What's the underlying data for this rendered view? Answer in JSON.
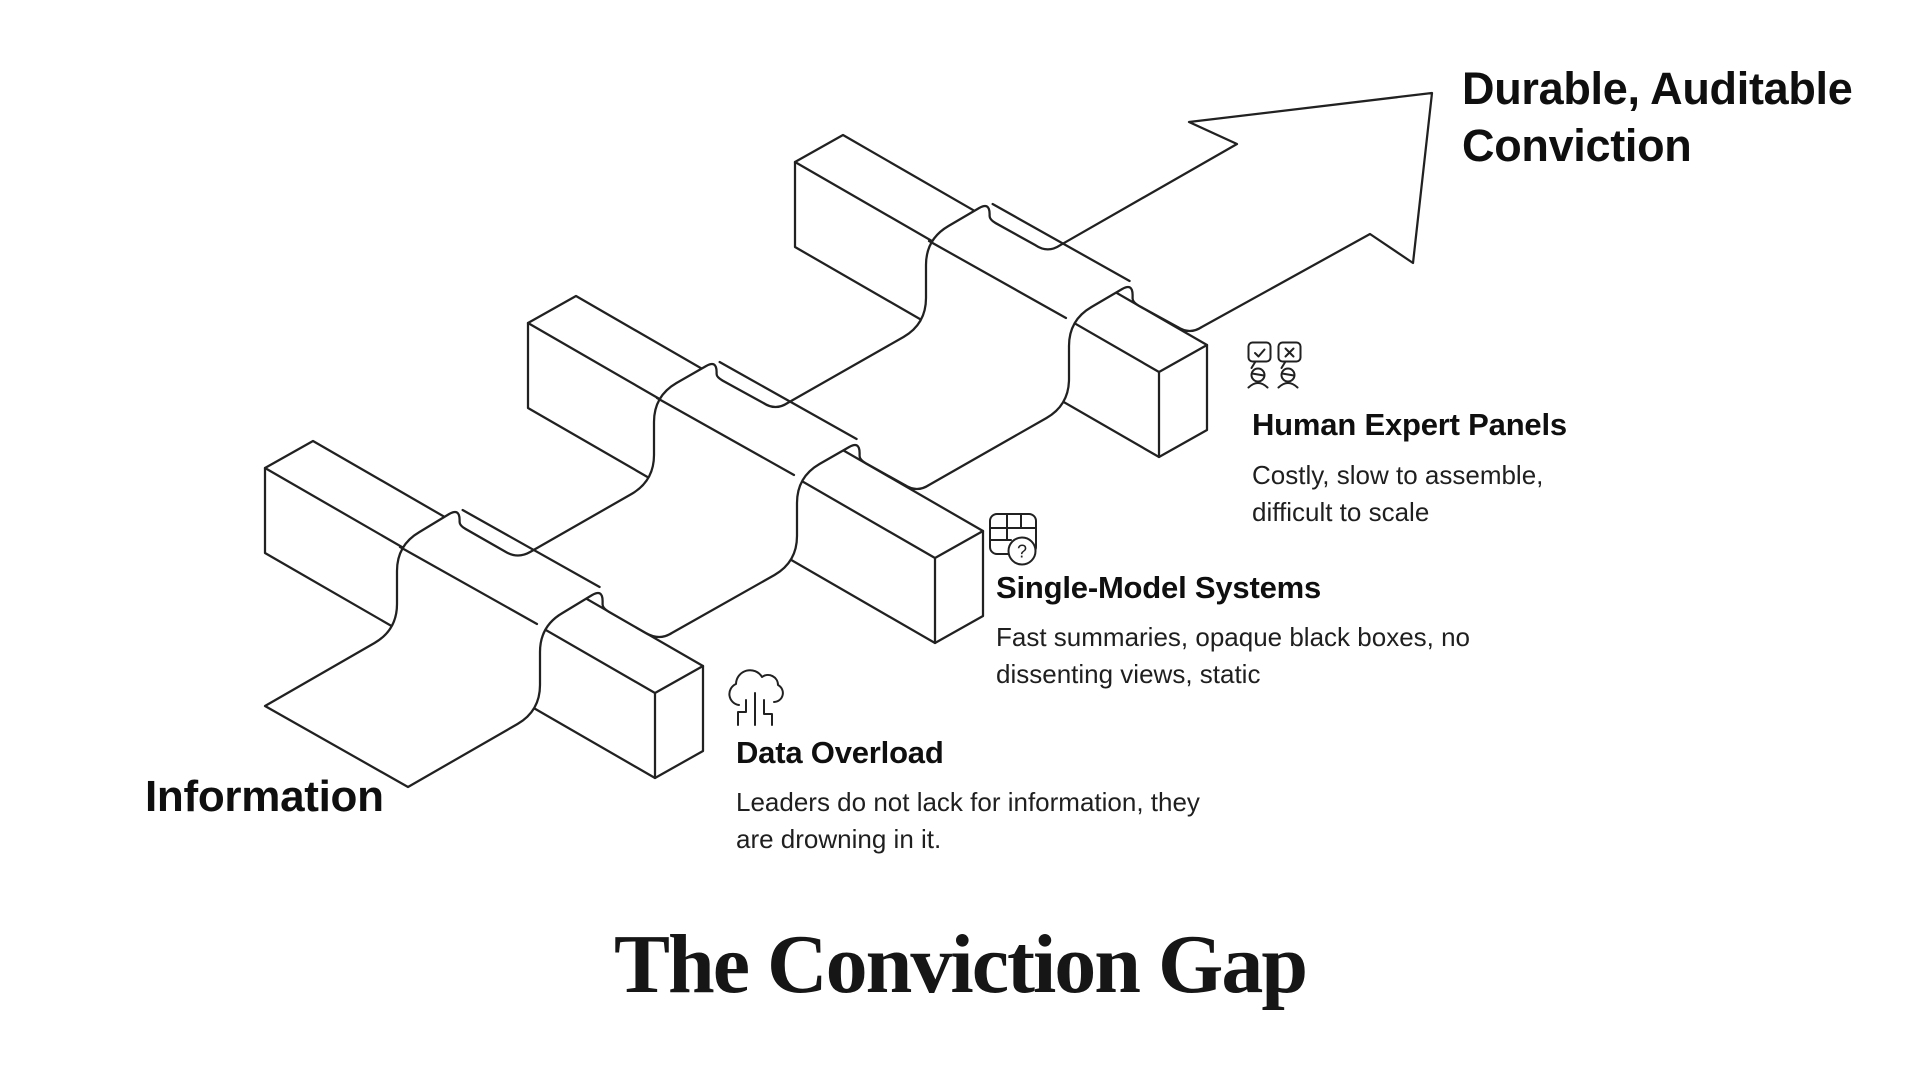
{
  "title": "The Conviction Gap",
  "start_label": "Information",
  "goal_label": "Durable, Auditable Conviction",
  "stages": [
    {
      "name": "data-overload",
      "icon": "cloud-data-rain-icon",
      "heading": "Data Overload",
      "description": "Leaders do not lack for information, they are drowning in it."
    },
    {
      "name": "single-model-systems",
      "icon": "table-question-icon",
      "heading": "Single-Model Systems",
      "description": "Fast summaries, opaque black boxes, no dissenting views, static"
    },
    {
      "name": "human-expert-panels",
      "icon": "debating-experts-icon",
      "heading": "Human Expert Panels",
      "description": "Costly, slow to assemble, difficult to scale"
    }
  ],
  "colors": {
    "background": "#ffffff",
    "line": "#212121",
    "text": "#111111"
  }
}
